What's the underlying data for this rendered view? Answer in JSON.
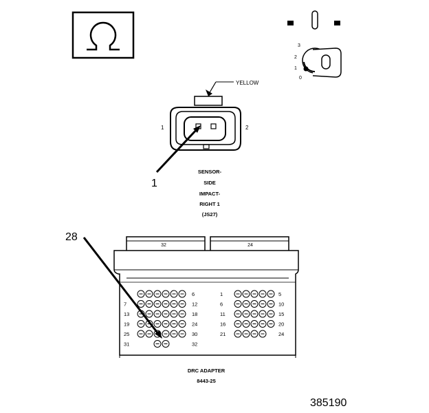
{
  "icons": {
    "ohm_symbol": "Ω",
    "ignition_key": "ignition-key-icon",
    "separator": "separator-icon"
  },
  "ignition_positions": [
    "3",
    "2",
    "1",
    "0"
  ],
  "connector": {
    "wire_color": "YELLOW",
    "pin_left": "1",
    "pin_right": "2",
    "caption": [
      "SENSOR-",
      "SIDE",
      "IMPACT-",
      "RIGHT 1",
      "(JS27)"
    ]
  },
  "callouts": {
    "connector_pin": "1",
    "adapter_pin": "28"
  },
  "adapter": {
    "left_tab": "32",
    "right_tab": "24",
    "left_rows": [
      {
        "start": "",
        "end": "6",
        "pins": 6
      },
      {
        "start": "7",
        "end": "12",
        "pins": 6
      },
      {
        "start": "13",
        "end": "18",
        "pins": 6
      },
      {
        "start": "19",
        "end": "24",
        "pins": 6
      },
      {
        "start": "25",
        "end": "30",
        "pins": 6
      },
      {
        "start": "31",
        "end": "32",
        "pins": 2
      }
    ],
    "right_rows": [
      {
        "start": "1",
        "end": "5",
        "pins": 5
      },
      {
        "start": "6",
        "end": "10",
        "pins": 5
      },
      {
        "start": "11",
        "end": "15",
        "pins": 5
      },
      {
        "start": "16",
        "end": "20",
        "pins": 5
      },
      {
        "start": "21",
        "end": "24",
        "pins": 4
      }
    ],
    "caption_line1": "DRC ADAPTER",
    "caption_line2": "8443-25"
  },
  "figure_number": "385190"
}
